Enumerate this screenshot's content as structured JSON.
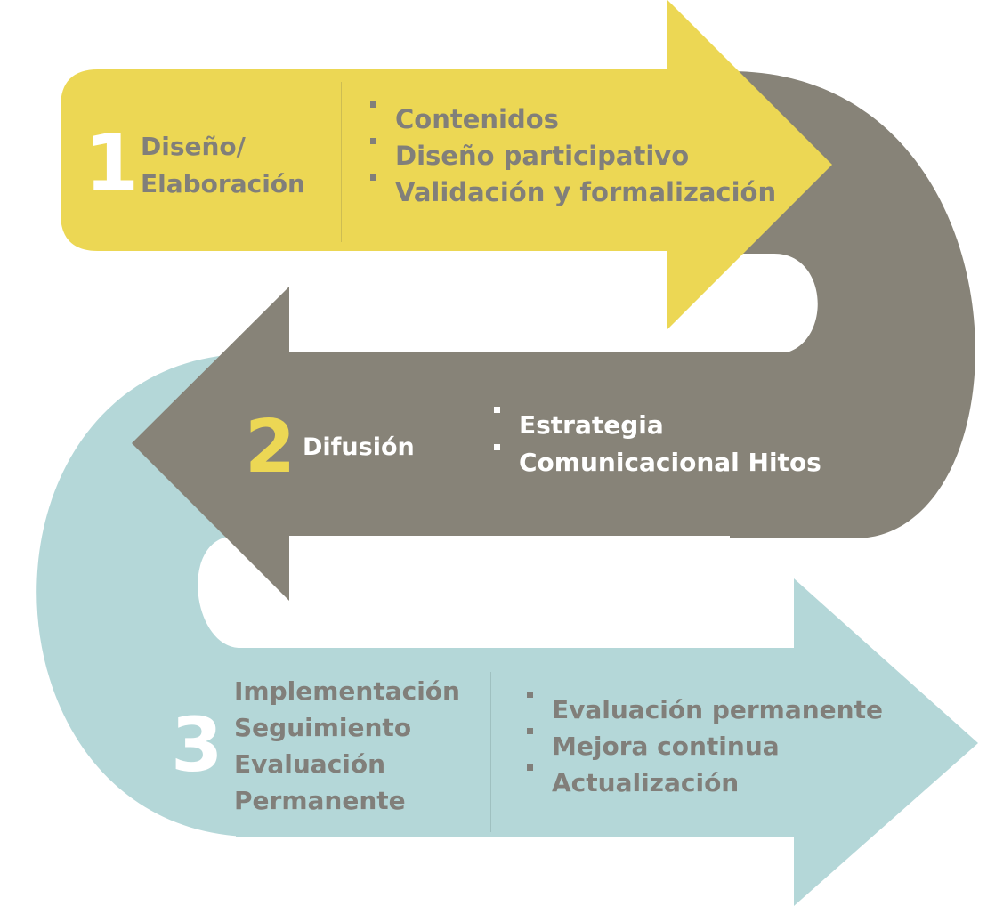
{
  "colors": {
    "yellow": "#ECD754",
    "gray": "#878378",
    "teal": "#B4D7D8",
    "text_gray": "#817F7A",
    "white": "#FFFFFF"
  },
  "steps": [
    {
      "number": "1",
      "title_lines": [
        "Diseño/",
        "Elaboración"
      ],
      "bullets": [
        "Contenidos",
        "Diseño participativo",
        "Validación y formalización"
      ]
    },
    {
      "number": "2",
      "title_lines": [
        "Difusión"
      ],
      "bullets": [
        "Estrategia",
        "Comunicacional Hitos"
      ]
    },
    {
      "number": "3",
      "title_lines": [
        "Implementación",
        "Seguimiento",
        "Evaluación",
        "Permanente"
      ],
      "bullets": [
        "Evaluación permanente",
        "Mejora continua",
        "Actualización"
      ]
    }
  ]
}
